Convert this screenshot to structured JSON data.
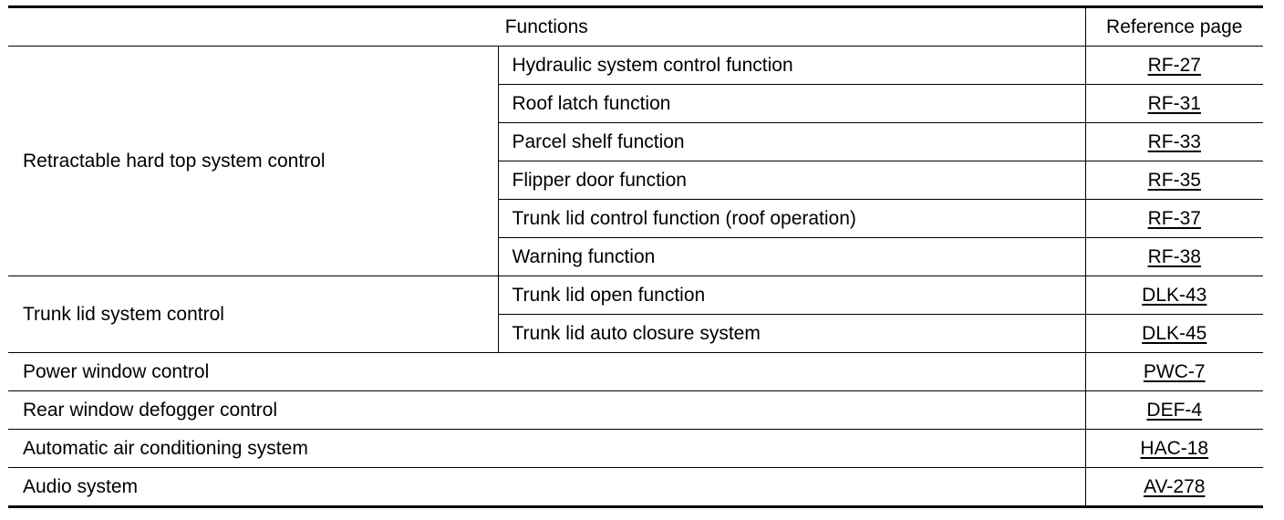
{
  "header": {
    "functions": "Functions",
    "reference": "Reference page"
  },
  "groups": [
    {
      "label": "Retractable hard top system control",
      "items": [
        {
          "function": "Hydraulic system control function",
          "ref": "RF-27"
        },
        {
          "function": "Roof latch function",
          "ref": "RF-31"
        },
        {
          "function": "Parcel shelf function",
          "ref": "RF-33"
        },
        {
          "function": "Flipper door function",
          "ref": "RF-35"
        },
        {
          "function": "Trunk lid control function (roof operation)",
          "ref": "RF-37"
        },
        {
          "function": "Warning function",
          "ref": "RF-38"
        }
      ]
    },
    {
      "label": "Trunk lid system control",
      "items": [
        {
          "function": "Trunk lid open function",
          "ref": "DLK-43"
        },
        {
          "function": "Trunk lid auto closure system",
          "ref": "DLK-45"
        }
      ]
    }
  ],
  "singles": [
    {
      "function": "Power window control",
      "ref": "PWC-7"
    },
    {
      "function": "Rear window defogger control",
      "ref": "DEF-4"
    },
    {
      "function": "Automatic air conditioning system",
      "ref": "HAC-18"
    },
    {
      "function": "Audio system",
      "ref": "AV-278"
    }
  ]
}
